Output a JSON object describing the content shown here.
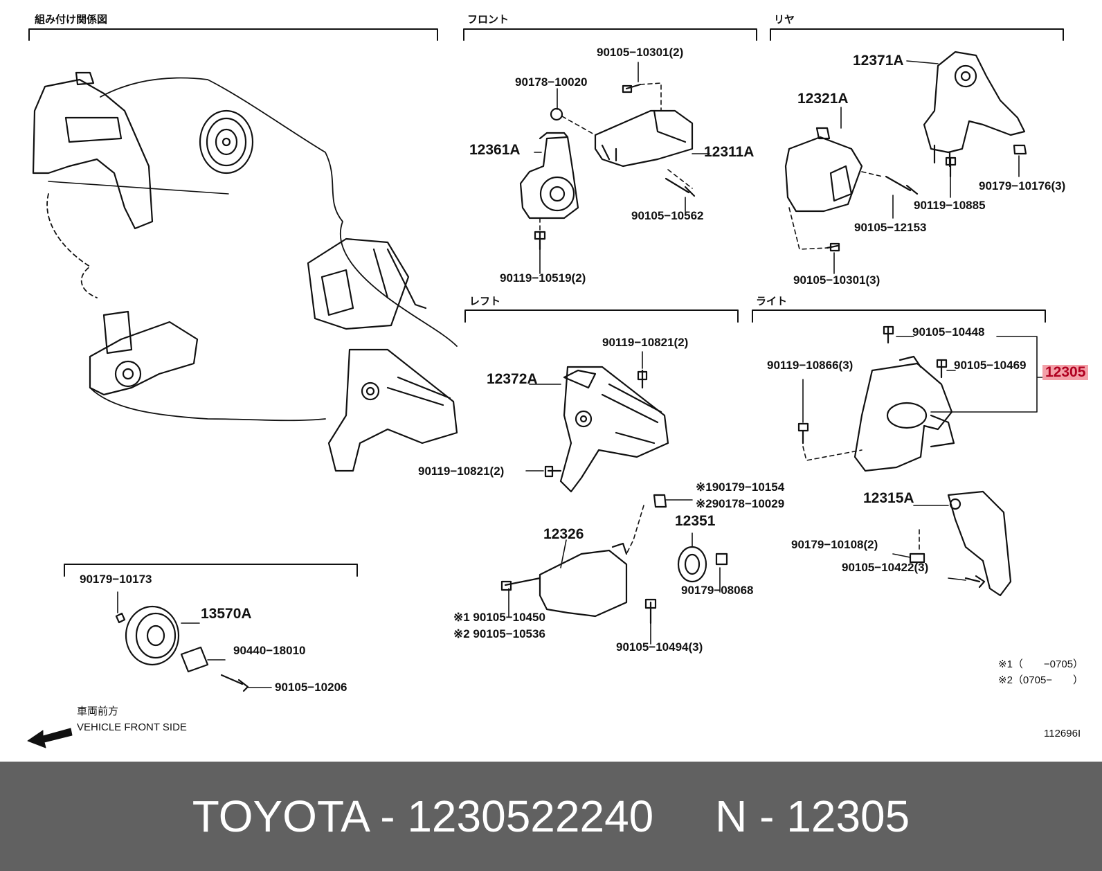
{
  "sections": {
    "assembly": "組み付け関係図",
    "front": "フロント",
    "rear": "リヤ",
    "left": "レフト",
    "right": "ライト"
  },
  "parts": {
    "p90105_10301_2": "90105−10301(2)",
    "p90178_10020": "90178−10020",
    "p12361A": "12361A",
    "p12311A": "12311A",
    "p90105_10562": "90105−10562",
    "p90119_10519_2": "90119−10519(2)",
    "p12371A": "12371A",
    "p12321A": "12321A",
    "p90179_10176_3": "90179−10176(3)",
    "p90119_10885": "90119−10885",
    "p90105_12153": "90105−12153",
    "p90105_10301_3": "90105−10301(3)",
    "p90119_10821_2a": "90119−10821(2)",
    "p12372A": "12372A",
    "p90119_10821_2b": "90119−10821(2)",
    "p90105_10448": "90105−10448",
    "p90119_10866_3": "90119−10866(3)",
    "p90105_10469": "90105−10469",
    "p12305": "12305",
    "p_note1_90179_10154": "※190179−10154",
    "p_note2_90178_10029": "※290178−10029",
    "p12351": "12351",
    "p12326": "12326",
    "p90179_08068": "90179−08068",
    "p90105_10494_3": "90105−10494(3)",
    "p_note1_90105_10450": "※1 90105−10450",
    "p_note2_90105_10536": "※2 90105−10536",
    "p12315A": "12315A",
    "p90179_10108_2": "90179−10108(2)",
    "p90105_10422_3": "90105−10422(3)",
    "p90179_10173": "90179−10173",
    "p13570A": "13570A",
    "p90440_18010": "90440−18010",
    "p90105_10206": "90105−10206"
  },
  "notes": {
    "note1": "※1（　　−0705）",
    "note2": "※2（0705−　　）"
  },
  "direction": {
    "jp": "車両前方",
    "en": "VEHICLE FRONT SIDE"
  },
  "diagram_id": "112696I",
  "highlight_color": "#f3a0a8",
  "footer": {
    "brand": "TOYOTA",
    "part_number": "1230522240",
    "n_code": "12305",
    "text": "TOYOTA - 1230522240     N - 12305"
  }
}
